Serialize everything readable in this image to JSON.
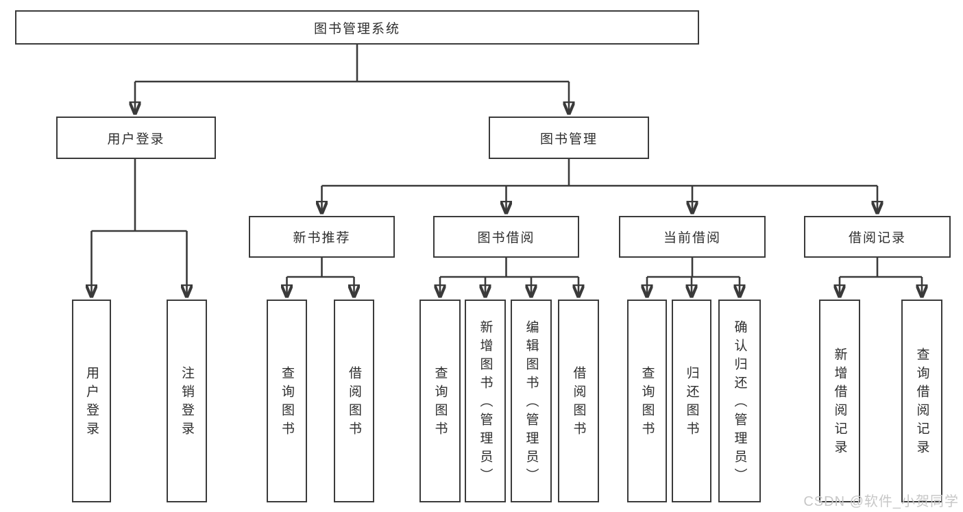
{
  "diagram": {
    "type": "org-chart",
    "colors": {
      "line": "#3a3a3a",
      "text": "#2e2e2e",
      "background": "#ffffff",
      "watermark": "#c7c7c7"
    },
    "tree": {
      "root": {
        "label": "图书管理系统"
      },
      "children": [
        {
          "label": "用户登录",
          "leaves": [
            {
              "label": "用户登录"
            },
            {
              "label": "注销登录"
            }
          ]
        },
        {
          "label": "图书管理",
          "children": [
            {
              "label": "新书推荐",
              "leaves": [
                {
                  "label": "查询图书"
                },
                {
                  "label": "借阅图书"
                }
              ]
            },
            {
              "label": "图书借阅",
              "leaves": [
                {
                  "label": "查询图书"
                },
                {
                  "label": "新增图书（管理员）"
                },
                {
                  "label": "编辑图书（管理员）"
                },
                {
                  "label": "借阅图书"
                }
              ]
            },
            {
              "label": "当前借阅",
              "leaves": [
                {
                  "label": "查询图书"
                },
                {
                  "label": "归还图书"
                },
                {
                  "label": "确认归还（管理员）"
                }
              ]
            },
            {
              "label": "借阅记录",
              "leaves": [
                {
                  "label": "新增借阅记录"
                },
                {
                  "label": "查询借阅记录"
                }
              ]
            }
          ]
        }
      ]
    },
    "watermark": {
      "text": "CSDN @软件_小贺同学"
    }
  }
}
